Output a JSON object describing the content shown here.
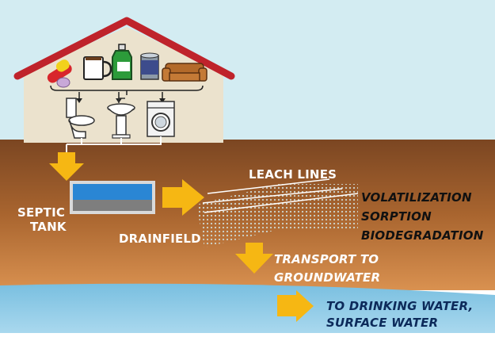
{
  "labels": {
    "leach_lines": "LEACH LINES",
    "septic": "SEPTIC",
    "tank": "TANK",
    "drainfield": "DRAINFIELD",
    "processes": [
      "VOLATILIZATION",
      "SORPTION",
      "BIODEGRADATION"
    ],
    "transport": [
      "TRANSPORT TO",
      "GROUNDWATER"
    ],
    "drinking": [
      "TO DRINKING WATER,",
      "SURFACE WATER"
    ]
  },
  "colors": {
    "sky": "#cfe9ef",
    "roof": "#c0272d",
    "house_wall": "#ece3cf",
    "soil_top": "#7e4a24",
    "soil_bottom": "#d58a4a",
    "groundwater": "#8ccbe6",
    "arrow": "#f6b713",
    "tank_water": "#2a86d4",
    "tank_sludge": "#7e7e7e"
  },
  "icons": [
    "pills-icon",
    "coffee-mug-icon",
    "cleaner-bottle-icon",
    "can-icon",
    "sofa-icon",
    "toilet-icon",
    "sink-icon",
    "washing-machine-icon"
  ]
}
